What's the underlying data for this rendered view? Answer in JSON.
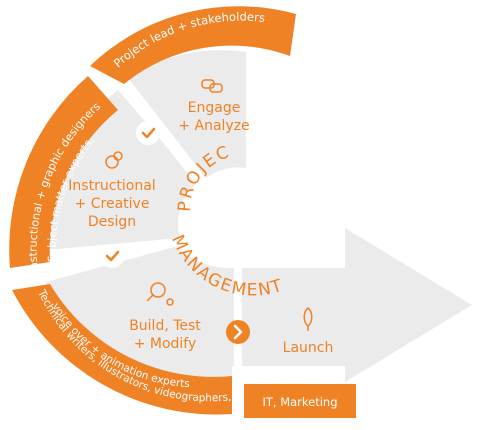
{
  "colors": {
    "orange": "#F08226",
    "grey": "#EBEBEC",
    "white": "#FFFFFF"
  },
  "phases": {
    "engage": [
      "Engage",
      "+ Analyze"
    ],
    "design": [
      "Instructional",
      "+ Creative",
      "Design"
    ],
    "build": [
      "Build, Test",
      "+ Modify"
    ],
    "launch": [
      "Launch"
    ]
  },
  "roles": {
    "top": "Project lead + stakeholders",
    "left_line1": "instructional + graphic designers",
    "left_line2": "Subject matter experts,",
    "bottom_line1": "Technical writers, illustrators, videographers,",
    "bottom_line2": "voice over + animation experts",
    "launch": "IT, Marketing"
  },
  "center": {
    "line1": "PROJECT",
    "line2": "MANAGEMENT"
  },
  "icons": {
    "engage": "chat-bubbles-icon",
    "design": "brain-gears-icon",
    "build": "magnifier-gear-icon",
    "launch": "rocket-icon",
    "connector1": "check-icon",
    "connector2": "check-icon",
    "connector3": "chevron-right-icon"
  }
}
